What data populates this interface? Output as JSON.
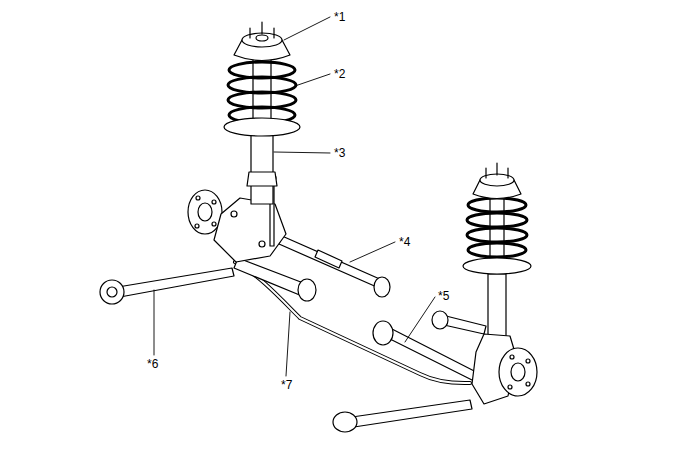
{
  "diagram": {
    "labels": [
      "*1",
      "*2",
      "*3",
      "*4",
      "*5",
      "*6",
      "*7"
    ]
  }
}
